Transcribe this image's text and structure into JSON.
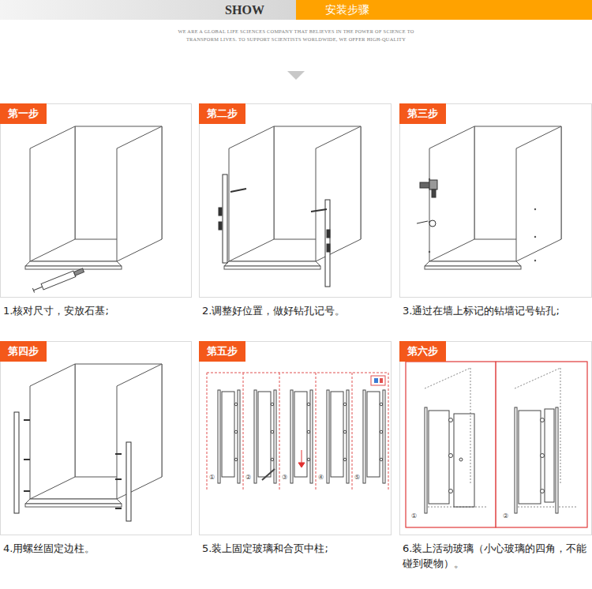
{
  "diagram": {
    "title": "安装步骤",
    "nodes": [
      {
        "text": [
          "第一步",
          "1.核对尺寸，安放石基;"
        ]
      },
      {
        "text": [
          "第二步",
          "2.调整好位置，做好钻孔记号。"
        ]
      },
      {
        "text": [
          "第三步",
          "3.通过在墙上标记的钻墙记号钻孔;"
        ]
      },
      {
        "text": [
          "第四步",
          "4.用螺丝固定边柱。"
        ]
      },
      {
        "text": [
          "第五步",
          "5.装上固定玻璃和合页中柱;"
        ]
      },
      {
        "text": [
          "第六步",
          "6.装上活动玻璃（小心玻璃的四角，不能碰到硬物）。"
        ]
      }
    ],
    "labels": [
      "SHOW",
      "WE ARE A GLOBAL LIFE SCIENCES COMPANY THAT BELIEVES IN THE POWER OF SCIENCE TO TRANSFORM LIVES. TO SUPPORT SCIENTISTS WORLDWIDE, WE OFFER HIGH-QUALITY",
      "①",
      "②",
      "③",
      "④",
      "⑤",
      "①",
      "②"
    ]
  }
}
